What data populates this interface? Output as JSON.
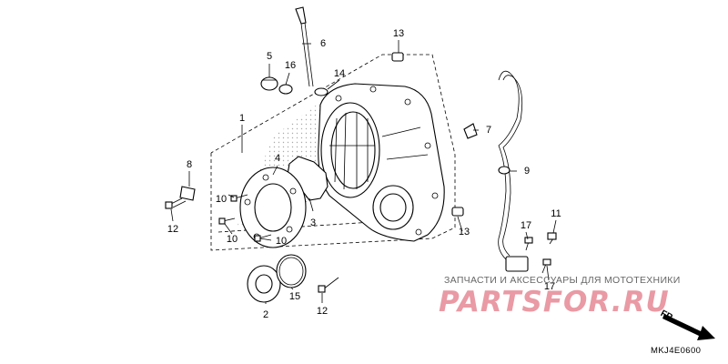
{
  "diagram": {
    "code": "MKJ4E0600",
    "direction_label": "FR.",
    "callouts": [
      {
        "id": "c1",
        "label": "1"
      },
      {
        "id": "c2",
        "label": "2"
      },
      {
        "id": "c3",
        "label": "3"
      },
      {
        "id": "c4",
        "label": "4"
      },
      {
        "id": "c5",
        "label": "5"
      },
      {
        "id": "c6",
        "label": "6"
      },
      {
        "id": "c7",
        "label": "7"
      },
      {
        "id": "c8",
        "label": "8"
      },
      {
        "id": "c9",
        "label": "9"
      },
      {
        "id": "c10a",
        "label": "10"
      },
      {
        "id": "c10b",
        "label": "10"
      },
      {
        "id": "c10c",
        "label": "10"
      },
      {
        "id": "c11",
        "label": "11"
      },
      {
        "id": "c12a",
        "label": "12"
      },
      {
        "id": "c12b",
        "label": "12"
      },
      {
        "id": "c13a",
        "label": "13"
      },
      {
        "id": "c13b",
        "label": "13"
      },
      {
        "id": "c14",
        "label": "14"
      },
      {
        "id": "c15",
        "label": "15"
      },
      {
        "id": "c16",
        "label": "16"
      },
      {
        "id": "c17a",
        "label": "17"
      },
      {
        "id": "c17b",
        "label": "17"
      }
    ]
  },
  "watermark": {
    "caption": "ЗАПЧАСТИ И АКСЕССУАРЫ ДЛЯ МОТОТЕХНИКИ",
    "logo": "PARTSFOR.RU",
    "color": "#e99aa4"
  }
}
